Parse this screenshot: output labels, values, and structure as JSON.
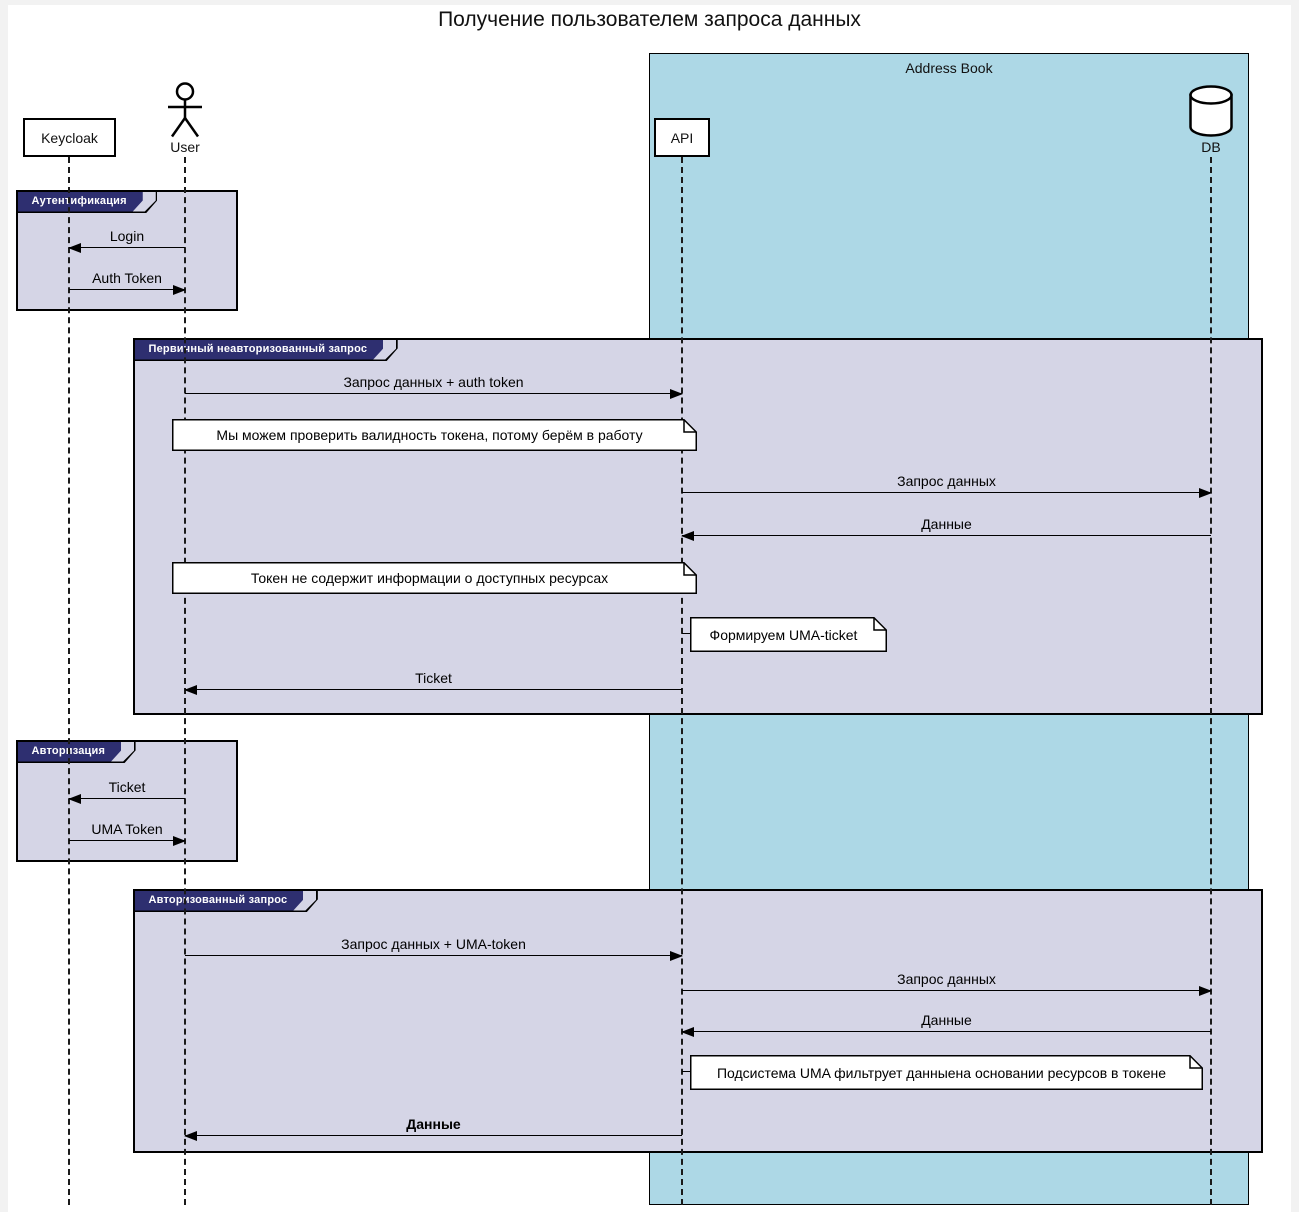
{
  "title": "Получение пользователем запроса данных",
  "container": {
    "label": "Address Book"
  },
  "participants": [
    {
      "id": "keycloak",
      "label": "Keycloak",
      "type": "box"
    },
    {
      "id": "user",
      "label": "User",
      "type": "actor"
    },
    {
      "id": "api",
      "label": "API",
      "type": "box"
    },
    {
      "id": "db",
      "label": "DB",
      "type": "database"
    }
  ],
  "frames": [
    {
      "label": "Аутентификация"
    },
    {
      "label": "Первичный неавторизованный запрос"
    },
    {
      "label": "Авторизация"
    },
    {
      "label": "Авторизованный запрос"
    }
  ],
  "messages": [
    {
      "from": "User",
      "to": "Keycloak",
      "label": "Login"
    },
    {
      "from": "Keycloak",
      "to": "User",
      "label": "Auth Token"
    },
    {
      "from": "User",
      "to": "API",
      "label": "Запрос данных + auth token"
    },
    {
      "from": "API",
      "to": "DB",
      "label": "Запрос данных"
    },
    {
      "from": "DB",
      "to": "API",
      "label": "Данные"
    },
    {
      "from": "API",
      "to": "User",
      "label": "Ticket"
    },
    {
      "from": "User",
      "to": "Keycloak",
      "label": "Ticket"
    },
    {
      "from": "Keycloak",
      "to": "User",
      "label": "UMA Token"
    },
    {
      "from": "User",
      "to": "API",
      "label": "Запрос данных + UMA-token"
    },
    {
      "from": "API",
      "to": "DB",
      "label": "Запрос данных"
    },
    {
      "from": "DB",
      "to": "API",
      "label": "Данные"
    },
    {
      "from": "API",
      "to": "User",
      "label": "Данные",
      "bold": true
    }
  ],
  "notes": [
    {
      "text": "Мы можем проверить валидность токена, потому берём в работу"
    },
    {
      "text": "Токен не содержит информации о доступных ресурсах"
    },
    {
      "text": "Формируем UMA-ticket"
    },
    {
      "text": "Подсистема UMA фильтрует данныена основании ресурсов в токене"
    }
  ],
  "colors": {
    "container_fill": "#ADD8E6",
    "frame_fill": "#D5D5E6",
    "frame_label_fill": "#2E2F70",
    "note_fill": "#FFFFFF",
    "page_bg": "#F2F2F2",
    "canvas_bg": "#FFFFFF",
    "line": "#000000"
  }
}
